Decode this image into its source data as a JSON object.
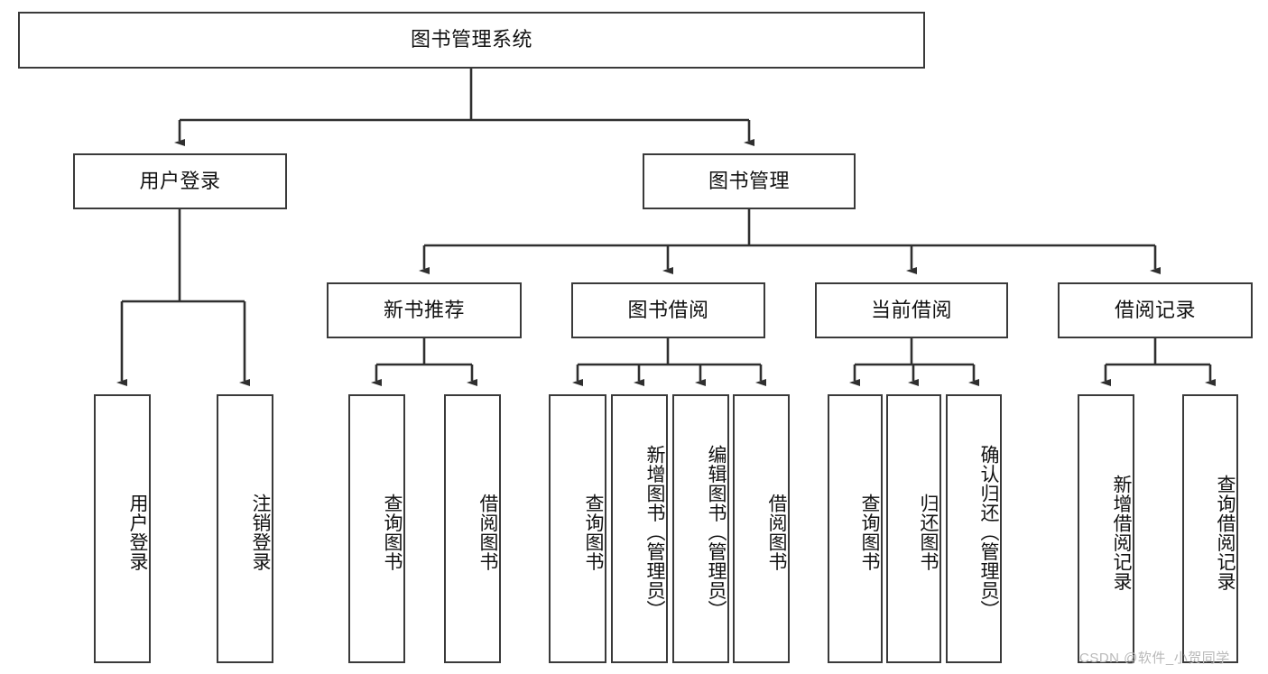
{
  "diagram": {
    "type": "tree",
    "title": "图书管理系统",
    "root": {
      "label": "图书管理系统"
    },
    "level2": [
      {
        "label": "用户登录"
      },
      {
        "label": "图书管理"
      }
    ],
    "level3": [
      {
        "label": "新书推荐"
      },
      {
        "label": "图书借阅"
      },
      {
        "label": "当前借阅"
      },
      {
        "label": "借阅记录"
      }
    ],
    "leaves": {
      "user_login": [
        {
          "label": "用户登录"
        },
        {
          "label": "注销登录"
        }
      ],
      "new_book_recommend": [
        {
          "label": "查询图书"
        },
        {
          "label": "借阅图书"
        }
      ],
      "book_borrow": [
        {
          "label": "查询图书"
        },
        {
          "label": "新增图书（管理员）"
        },
        {
          "label": "编辑图书（管理员）"
        },
        {
          "label": "借阅图书"
        }
      ],
      "current_borrow": [
        {
          "label": "查询图书"
        },
        {
          "label": "归还图书"
        },
        {
          "label": "确认归还（管理员）"
        }
      ],
      "borrow_records": [
        {
          "label": "新增借阅记录"
        },
        {
          "label": "查询借阅记录"
        }
      ]
    }
  },
  "watermark": {
    "text": "CSDN @软件_小贺同学"
  },
  "colors": {
    "box_border": "#3a3a3a",
    "line": "#2f2f2f",
    "text": "#111111",
    "background": "#ffffff",
    "watermark": "#b9b9b9"
  }
}
